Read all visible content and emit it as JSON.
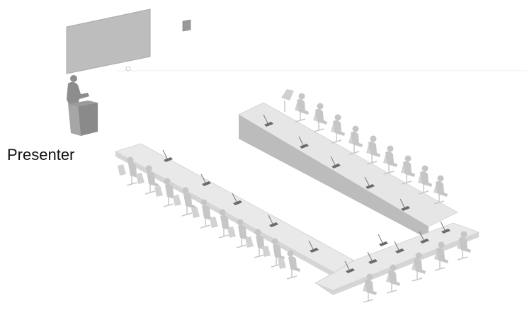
{
  "labels": {
    "presenter": "Presenter"
  },
  "colors": {
    "table_top": "#e6e6e6",
    "table_side": "#bdbdbd",
    "screen": "#bcbcbc",
    "figure": "#8d8d8d",
    "seated_figure": "#c6c6c6",
    "chair": "#d2d2d2",
    "microphone": "#6b6b6b"
  },
  "icons": [
    "projection-screen",
    "wall-speaker",
    "presenter-figure",
    "lectern",
    "conference-microphone",
    "participant-figure",
    "office-chair"
  ]
}
